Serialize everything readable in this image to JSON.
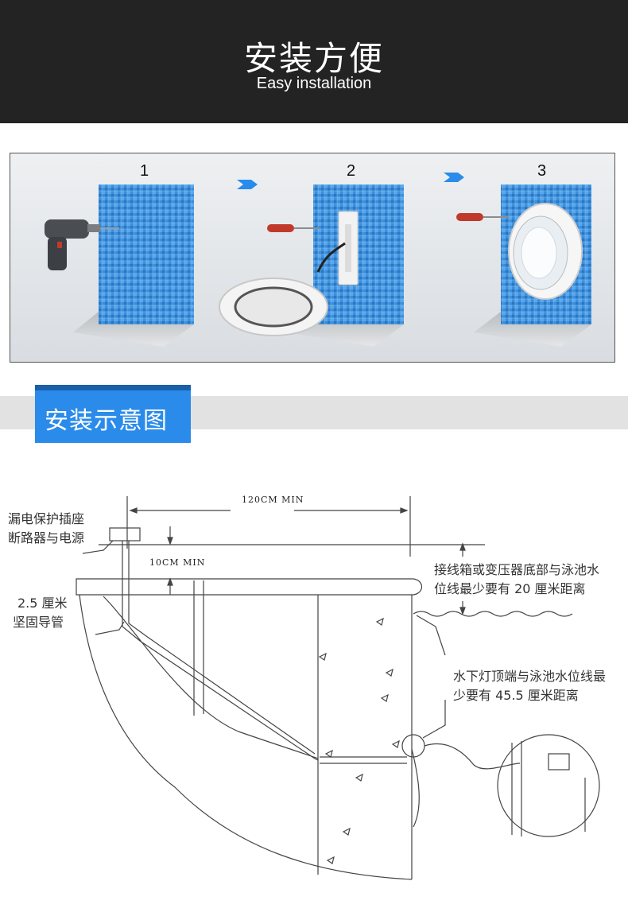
{
  "header": {
    "title": "安装方便",
    "subtitle": "Easy installation"
  },
  "steps": [
    {
      "number": "1"
    },
    {
      "number": "2"
    },
    {
      "number": "3"
    }
  ],
  "section": {
    "title": "安装示意图"
  },
  "diagram": {
    "dim_width": "120CM MIN",
    "dim_height": "10CM MIN",
    "label_breaker_1": "漏电保护插座",
    "label_breaker_2": "断路器与电源",
    "label_conduit_1": "2.5 厘米",
    "label_conduit_2": "坚固导管",
    "label_junction_1": "接线箱或变压器底部与泳池水",
    "label_junction_2": "位线最少要有 20 厘米距离",
    "label_light_1": "水下灯顶端与泳池水位线最",
    "label_light_2": "少要有 45.5 厘米距离"
  },
  "colors": {
    "header_bg": "#232323",
    "accent_blue": "#2a8bea",
    "tile_blue": "#2f7fd0"
  }
}
